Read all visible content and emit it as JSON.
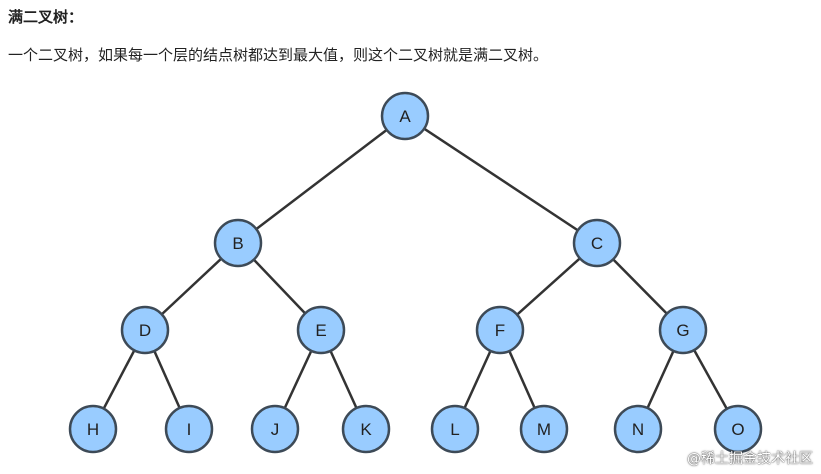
{
  "heading": "满二叉树：",
  "description": "一个二叉树，如果每一个层的结点树都达到最大值，则这个二叉树就是满二叉树。",
  "watermark": "@稀土掘金技术社区",
  "colors": {
    "node_fill": "#99ccff",
    "node_stroke": "#3d4a57",
    "edge": "#333333",
    "text": "#222222"
  },
  "tree": {
    "nodes": [
      "A",
      "B",
      "C",
      "D",
      "E",
      "F",
      "G",
      "H",
      "I",
      "J",
      "K",
      "L",
      "M",
      "N",
      "O"
    ],
    "edges": [
      [
        "A",
        "B"
      ],
      [
        "A",
        "C"
      ],
      [
        "B",
        "D"
      ],
      [
        "B",
        "E"
      ],
      [
        "C",
        "F"
      ],
      [
        "C",
        "G"
      ],
      [
        "D",
        "H"
      ],
      [
        "D",
        "I"
      ],
      [
        "E",
        "J"
      ],
      [
        "E",
        "K"
      ],
      [
        "F",
        "L"
      ],
      [
        "F",
        "M"
      ],
      [
        "G",
        "N"
      ],
      [
        "G",
        "O"
      ]
    ]
  }
}
